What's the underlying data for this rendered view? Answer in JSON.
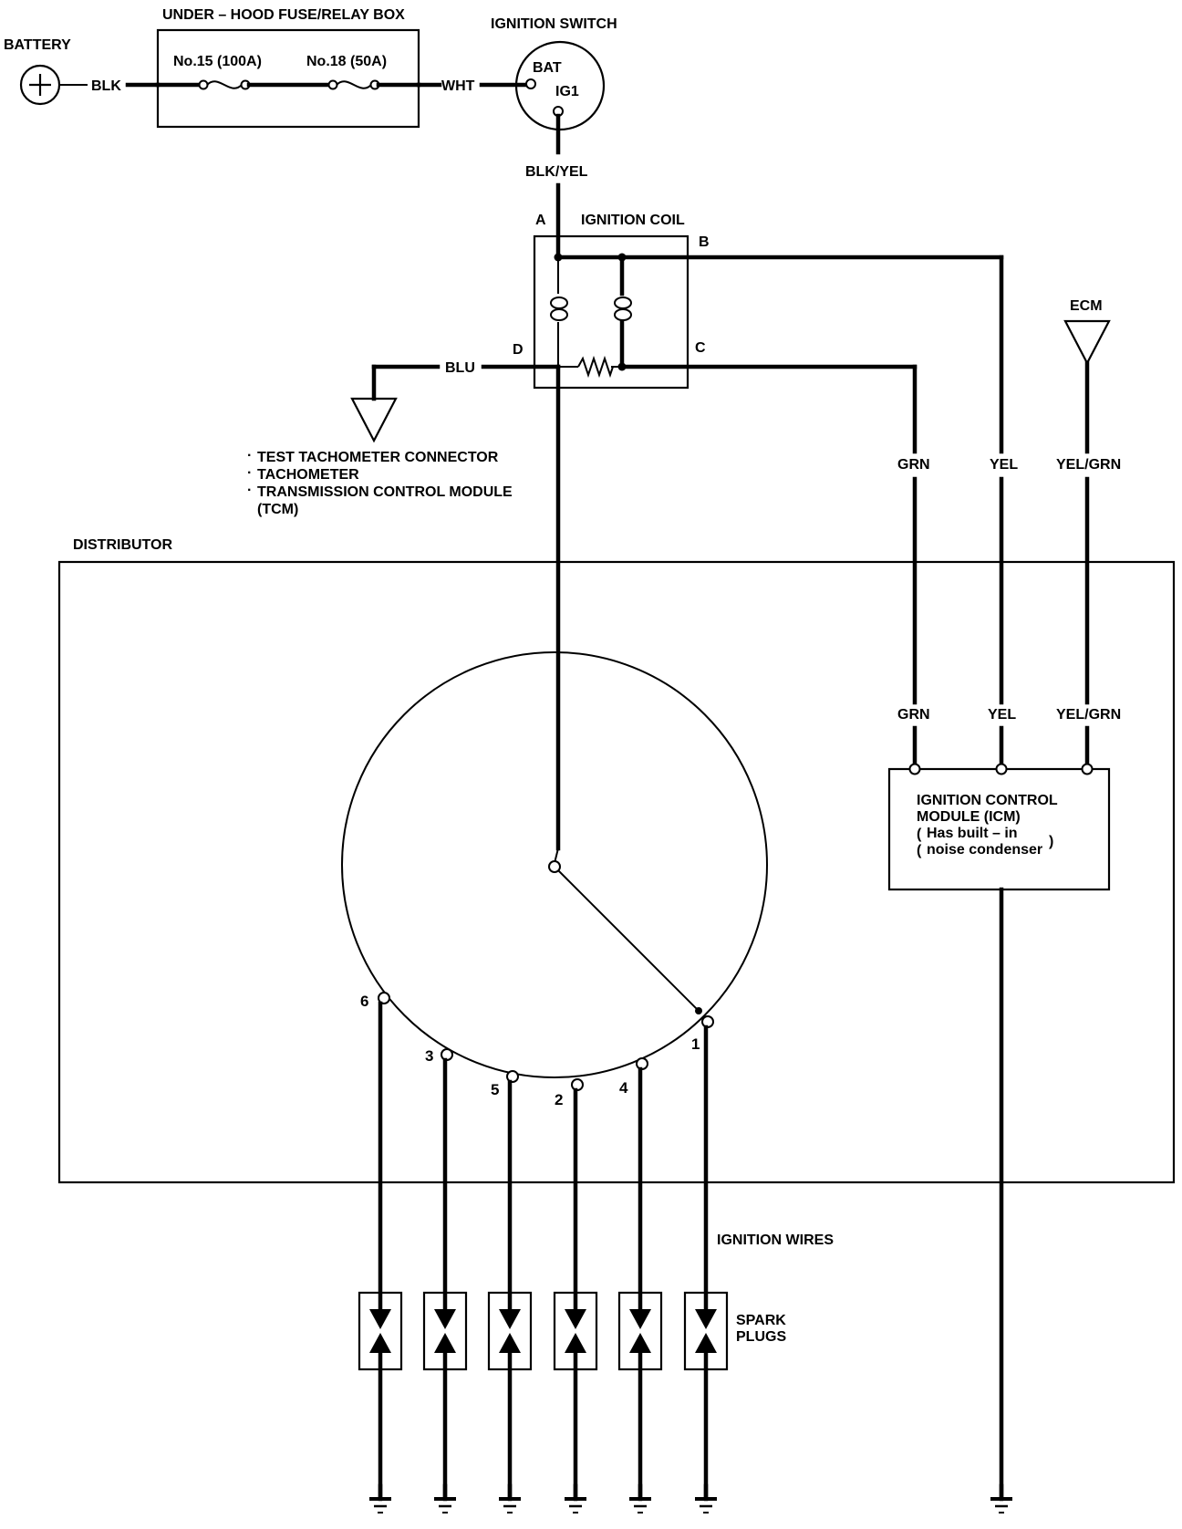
{
  "labels": {
    "battery": "BATTERY",
    "fuse_box": "UNDER – HOOD FUSE/RELAY BOX",
    "fuse1": "No.15 (100A)",
    "fuse2": "No.18 (50A)",
    "ignition_switch": "IGNITION SWITCH",
    "bat": "BAT",
    "ig1": "IG1",
    "ignition_coil": "IGNITION COIL",
    "ecm": "ECM",
    "distributor": "DISTRIBUTOR",
    "icm_line1": "IGNITION CONTROL",
    "icm_line2": "MODULE (ICM)",
    "icm_line3": "Has built – in",
    "icm_line4": "noise condenser",
    "ignition_wires": "IGNITION WIRES",
    "spark_plugs_1": "SPARK",
    "spark_plugs_2": "PLUGS",
    "tach_1": "TEST TACHOMETER CONNECTOR",
    "tach_2": "TACHOMETER",
    "tach_3": "TRANSMISSION CONTROL MODULE",
    "tach_4": "(TCM)"
  },
  "wires": {
    "blk": "BLK",
    "wht": "WHT",
    "blk_yel": "BLK/YEL",
    "blu": "BLU",
    "grn_top": "GRN",
    "yel_top": "YEL",
    "yel_grn_top": "YEL/GRN",
    "grn_bottom": "GRN",
    "yel_bottom": "YEL",
    "yel_grn_bottom": "YEL/GRN"
  },
  "coil_terminals": {
    "a": "A",
    "b": "B",
    "c": "C",
    "d": "D"
  },
  "distributor_terminals": [
    "6",
    "3",
    "5",
    "2",
    "4",
    "1"
  ]
}
